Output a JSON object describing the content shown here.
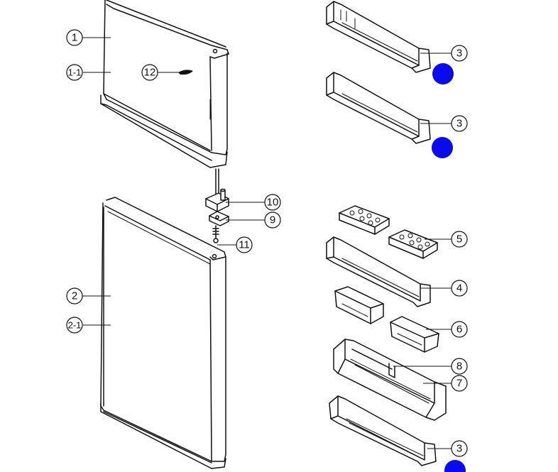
{
  "callouts": {
    "c1": "1",
    "c1_1": "1-1",
    "c12": "12",
    "c2": "2",
    "c2_1": "2-1",
    "c10": "10",
    "c9": "9",
    "c11": "11",
    "c3a": "3",
    "c3b": "3",
    "c3c": "3",
    "c4": "4",
    "c5": "5",
    "c6": "6",
    "c7": "7",
    "c8": "8"
  },
  "colors": {
    "marker": "#0a0af0",
    "line": "#111111",
    "background": "#ffffff"
  }
}
